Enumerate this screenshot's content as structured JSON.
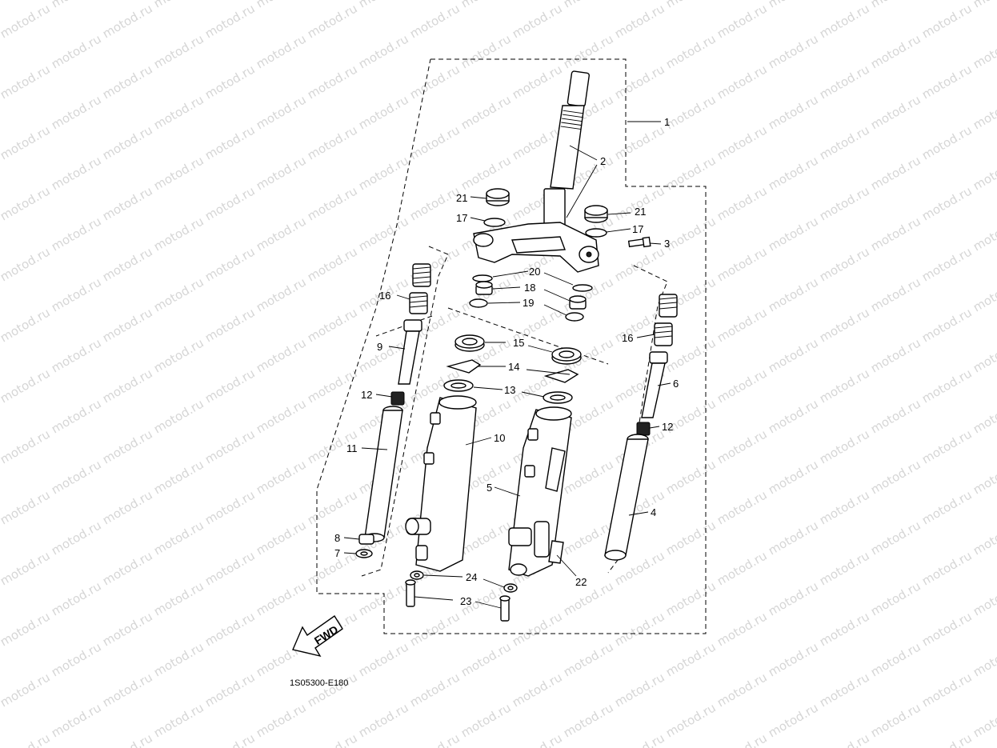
{
  "diagram": {
    "watermark": "motod.ru",
    "drawing_code": "1S05300-E180",
    "fwd_label": "FWD",
    "callouts": [
      {
        "id": "c1",
        "text": "1"
      },
      {
        "id": "c2",
        "text": "2"
      },
      {
        "id": "c3",
        "text": "3"
      },
      {
        "id": "c4",
        "text": "4"
      },
      {
        "id": "c5",
        "text": "5"
      },
      {
        "id": "c6",
        "text": "6"
      },
      {
        "id": "c7",
        "text": "7"
      },
      {
        "id": "c8",
        "text": "8"
      },
      {
        "id": "c9",
        "text": "9"
      },
      {
        "id": "c10",
        "text": "10"
      },
      {
        "id": "c11",
        "text": "11"
      },
      {
        "id": "c12a",
        "text": "12"
      },
      {
        "id": "c12b",
        "text": "12"
      },
      {
        "id": "c13",
        "text": "13"
      },
      {
        "id": "c14",
        "text": "14"
      },
      {
        "id": "c15",
        "text": "15"
      },
      {
        "id": "c16a",
        "text": "16"
      },
      {
        "id": "c16b",
        "text": "16"
      },
      {
        "id": "c17a",
        "text": "17"
      },
      {
        "id": "c17b",
        "text": "17"
      },
      {
        "id": "c18",
        "text": "18"
      },
      {
        "id": "c19",
        "text": "19"
      },
      {
        "id": "c20",
        "text": "20"
      },
      {
        "id": "c21a",
        "text": "21"
      },
      {
        "id": "c21b",
        "text": "21"
      },
      {
        "id": "c22",
        "text": "22"
      },
      {
        "id": "c23",
        "text": "23"
      },
      {
        "id": "c24",
        "text": "24"
      }
    ]
  }
}
